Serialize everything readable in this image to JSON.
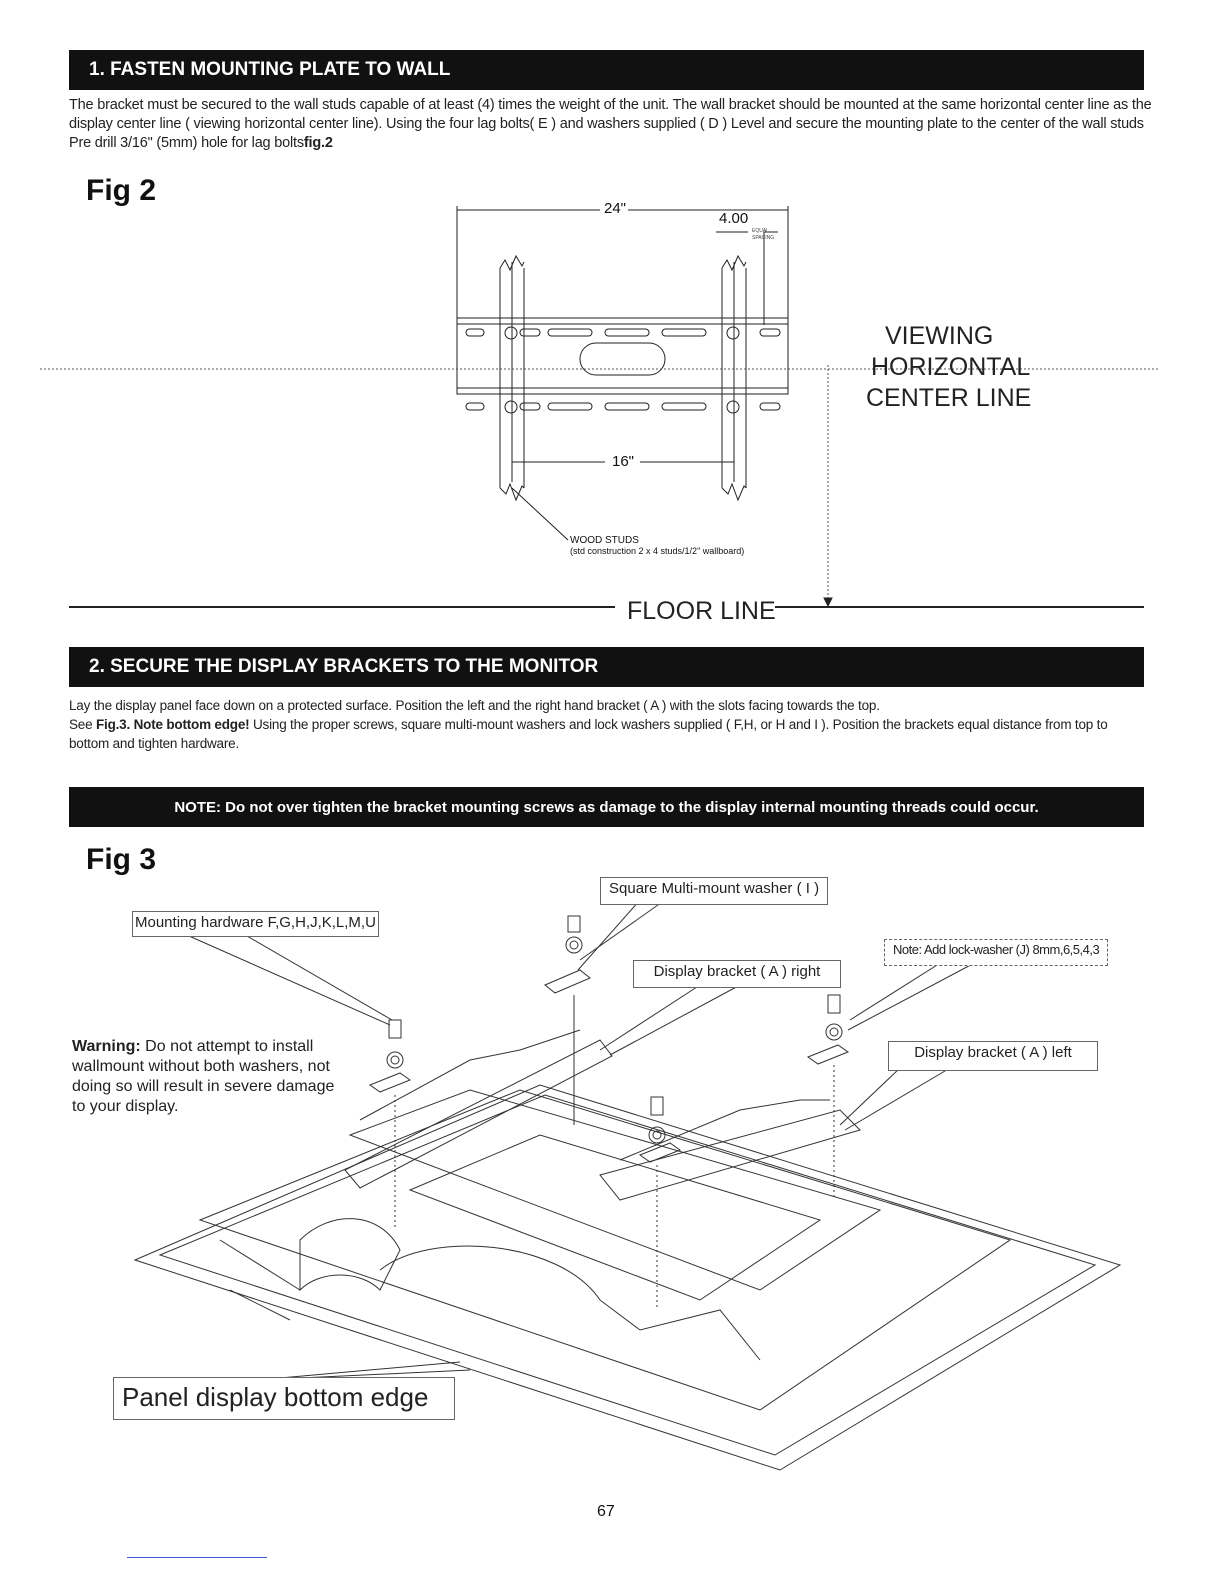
{
  "section1": {
    "title": "1. FASTEN MOUNTING PLATE TO WALL",
    "paragraph": "The bracket must be secured to the wall studs capable of at least  (4) times the weight of the unit. The wall bracket should be mounted at the same horizontal center line as the display center line ( viewing horizontal center line). Using the four lag bolts( E ) and washers supplied ( D ) Level  and secure the mounting plate to the center of the wall studs Pre drill 3/16\" (5mm) hole for lag bolts",
    "paragraph_ref": "fig.2"
  },
  "fig2": {
    "label": "Fig 2",
    "dim_width": "24\"",
    "dim_spacing": "4.00",
    "dim_spacing_note": "EQUAL SPACING",
    "dim_studs": "16\"",
    "studs_label": "WOOD STUDS",
    "studs_note": "(std construction 2 x 4 studs/1/2\" wallboard)",
    "viewing_line1": "VIEWING",
    "viewing_line2": "HORIZONTAL",
    "viewing_line3": "CENTER LINE",
    "floor_line": "FLOOR LINE"
  },
  "section2": {
    "title": "2. SECURE THE DISPLAY BRACKETS TO THE MONITOR",
    "line1": "Lay the display panel face down on a protected surface. Position the left and the right hand  bracket ( A ) with the slots facing towards the top.",
    "line2_prefix": "See ",
    "line2_fig": "Fig.3.",
    "line2_bold": " Note bottom edge!",
    "line2_rest": " Using the proper screws, square multi-mount washers and lock washers supplied  ( F,H, or H and I  ). Position the  brackets equal distance from top to bottom and tighten hardware."
  },
  "note": {
    "text": "NOTE: Do not over tighten the bracket mounting screws as damage to the display internal mounting threads could occur."
  },
  "fig3": {
    "label": "Fig 3",
    "callout_square_washer": "Square Multi-mount washer ( I )",
    "callout_hardware": "Mounting hardware F,G,H,J,K,L,M,U",
    "callout_lockwasher": "Note: Add lock-washer (J) 8mm,6,5,4,3",
    "callout_bracket_right": "Display bracket ( A ) right",
    "callout_bracket_left": "Display bracket ( A ) left",
    "callout_bottom_edge": "Panel display bottom edge",
    "warning_label": "Warning:",
    "warning_text": " Do not attempt to install wallmount without both washers, not doing so will result in severe damage to your display."
  },
  "page_number": "67"
}
